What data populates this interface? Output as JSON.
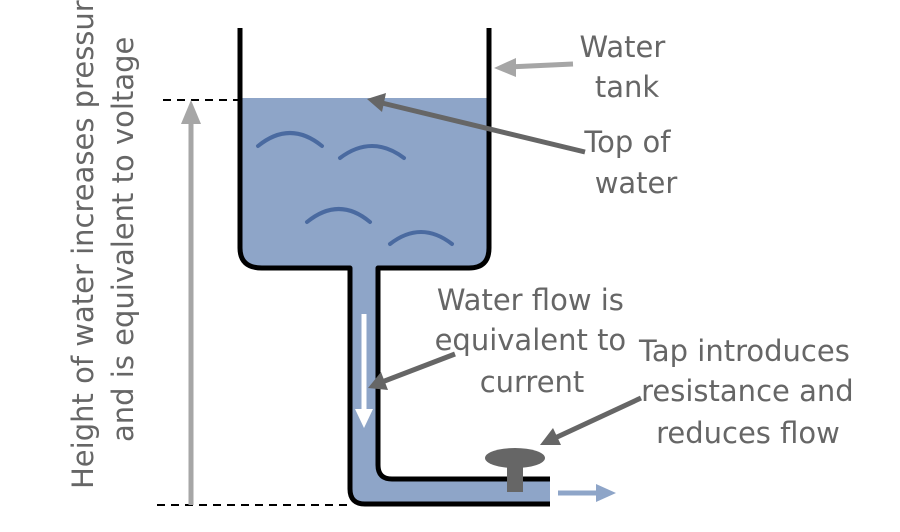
{
  "labels": {
    "water_tank": [
      "Water",
      "tank"
    ],
    "top_of_water": [
      "Top of",
      "water"
    ],
    "water_flow": [
      "Water flow is",
      "equivalent to",
      "current"
    ],
    "tap": [
      "Tap introduces",
      "resistance and",
      "reduces flow"
    ],
    "height": [
      "Height of water increases pressure",
      "and is equivalent to voltage"
    ]
  },
  "colors": {
    "water": "#8ea5c8",
    "wave": "#4a6aa0",
    "text": "#666666",
    "arrow_dark": "#666666",
    "arrow_light": "#a6a6a6",
    "outflow_arrow": "#8ea5c8",
    "tank_outline": "#000000",
    "tap": "#666666"
  }
}
